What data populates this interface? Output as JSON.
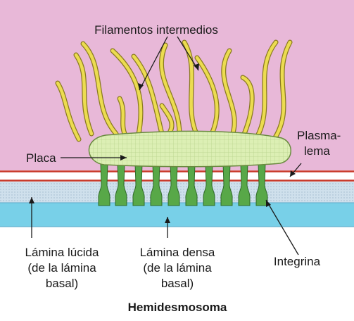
{
  "labels": {
    "filamentos": "Filamentos intermedios",
    "placa": "Placa",
    "plasmalema_1": "Plasma-",
    "plasmalema_2": "lema",
    "lucida_1": "Lámina lúcida",
    "lucida_2": "(de la lámina",
    "lucida_3": "basal)",
    "densa_1": "Lámina densa",
    "densa_2": "(de la lámina",
    "densa_3": "basal)",
    "integrina": "Integrina"
  },
  "title": "Hemidesmosoma",
  "colors": {
    "cytoplasm": "#e8b8d8",
    "filament": "#e8d848",
    "filament_outline": "#8a7a20",
    "plaque": "#d8ecb0",
    "membrane_red": "#c83828",
    "lamina_lucida": "#c8dce8",
    "lamina_densa": "#78d0e8",
    "integrin": "#58a848"
  }
}
